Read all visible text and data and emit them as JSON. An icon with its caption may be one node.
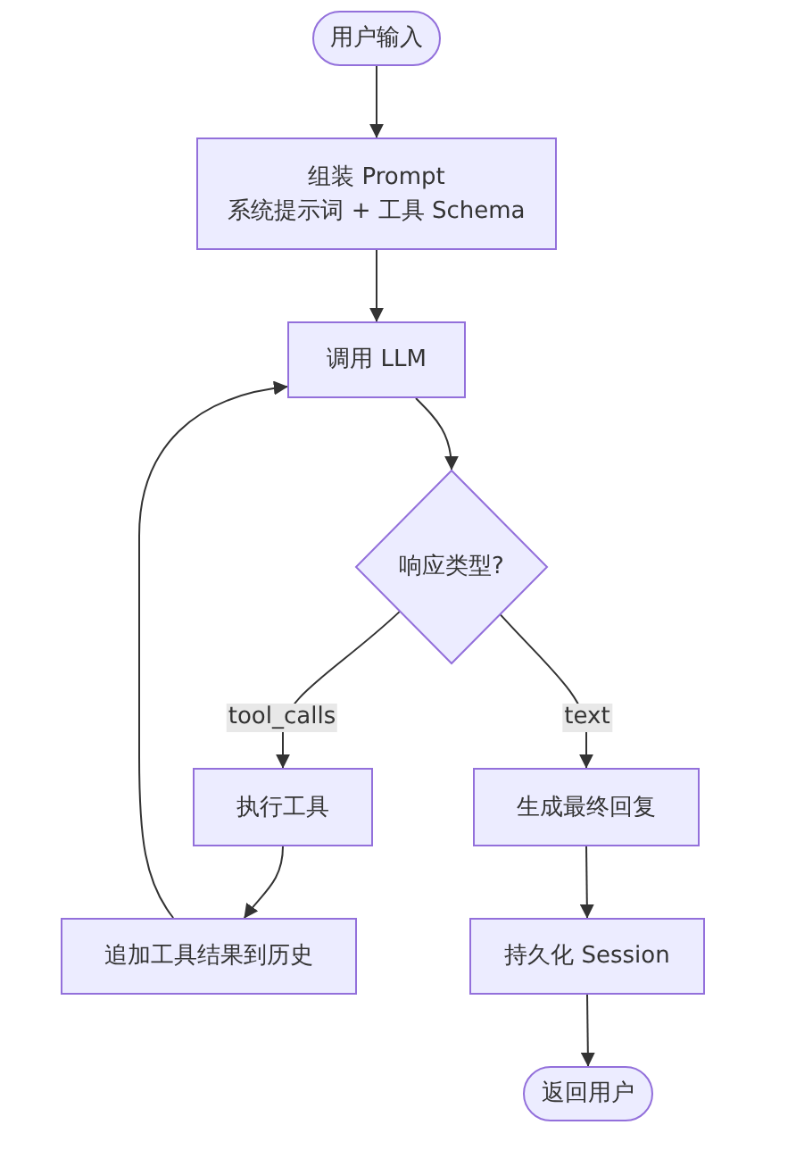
{
  "diagram": {
    "nodes": [
      {
        "text": [
          "用户输入"
        ]
      },
      {
        "text": [
          "组装 Prompt",
          "系统提示词 + 工具 Schema"
        ]
      },
      {
        "text": [
          "调用 LLM"
        ]
      },
      {
        "text": [
          "响应类型?"
        ]
      },
      {
        "text": [
          "执行工具"
        ]
      },
      {
        "text": [
          "生成最终回复"
        ]
      },
      {
        "text": [
          "追加工具结果到历史"
        ]
      },
      {
        "text": [
          "持久化 Session"
        ]
      },
      {
        "text": [
          "返回用户"
        ]
      }
    ],
    "edges": [
      {
        "from": 0,
        "to": 1,
        "arrow": "to"
      },
      {
        "from": 1,
        "to": 2,
        "arrow": "to"
      },
      {
        "from": 2,
        "to": 3,
        "arrow": "to"
      },
      {
        "from": 3,
        "to": 4,
        "arrow": "to",
        "label": "tool_calls"
      },
      {
        "from": 3,
        "to": 5,
        "arrow": "to",
        "label": "text"
      },
      {
        "from": 4,
        "to": 6,
        "arrow": "to"
      },
      {
        "from": 6,
        "to": 2,
        "arrow": "to"
      },
      {
        "from": 5,
        "to": 7,
        "arrow": "to"
      },
      {
        "from": 7,
        "to": 8,
        "arrow": "to"
      }
    ]
  }
}
